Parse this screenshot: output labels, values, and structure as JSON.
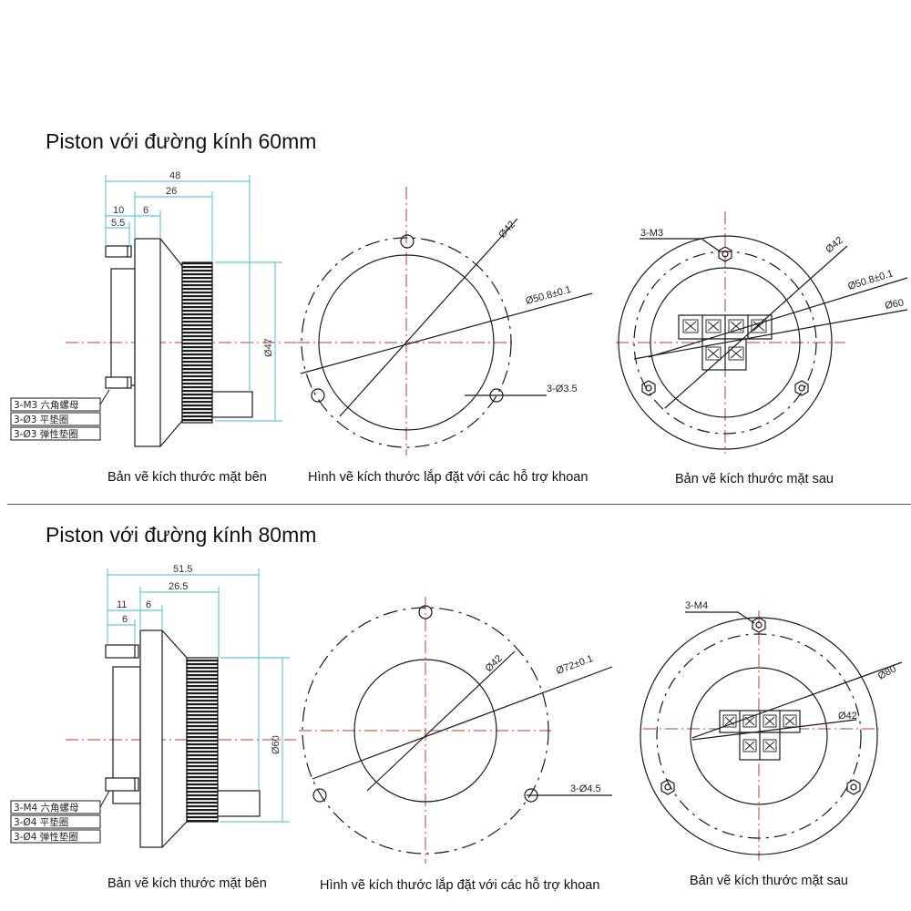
{
  "sections": [
    {
      "title": "Piston với đường kính 60mm",
      "captions": {
        "side": "Bản vẽ kích thước mặt bên",
        "mount": "Hình vẽ kích thước lắp đặt với các hỗ trợ khoan",
        "back": "Bản vẽ kích thước mặt sau"
      },
      "side_dims": {
        "overall": "48",
        "mid": "26",
        "a": "10",
        "b": "6",
        "c": "5.5",
        "dia": "Ø47"
      },
      "hardware": [
        "3-M3 六角螺母",
        "3-Ø3 平垫圈",
        "3-Ø3 弹性垫圈"
      ],
      "mount_dims": {
        "inner": "Ø42",
        "pcd": "Ø50.8±0.1",
        "holes": "3-Ø3.5"
      },
      "back_dims": {
        "thread": "3-M3",
        "d1": "Ø42",
        "d2": "Ø50.8±0.1",
        "d3": "Ø60"
      }
    },
    {
      "title": "Piston với đường kính 80mm",
      "captions": {
        "side": "Bản vẽ kích thước mặt bên",
        "mount": "Hình vẽ kích thước lắp đặt với các hỗ trợ khoan",
        "back": "Bản vẽ kích thước mặt sau"
      },
      "side_dims": {
        "overall": "51.5",
        "mid": "26.5",
        "a": "11",
        "b": "6",
        "c": "6",
        "dia": "Ø60"
      },
      "hardware": [
        "3-M4 六角螺母",
        "3-Ø4 平垫圈",
        "3-Ø4 弹性垫圈"
      ],
      "mount_dims": {
        "inner": "Ø42",
        "pcd": "Ø72±0.1",
        "holes": "3-Ø4.5"
      },
      "back_dims": {
        "thread": "3-M4",
        "d1": "Ø80",
        "d2": "Ø42"
      }
    }
  ],
  "colors": {
    "dimension_line": "#3fb8d6",
    "center_line": "#c0392b",
    "drawing": "#1a1a1a"
  }
}
